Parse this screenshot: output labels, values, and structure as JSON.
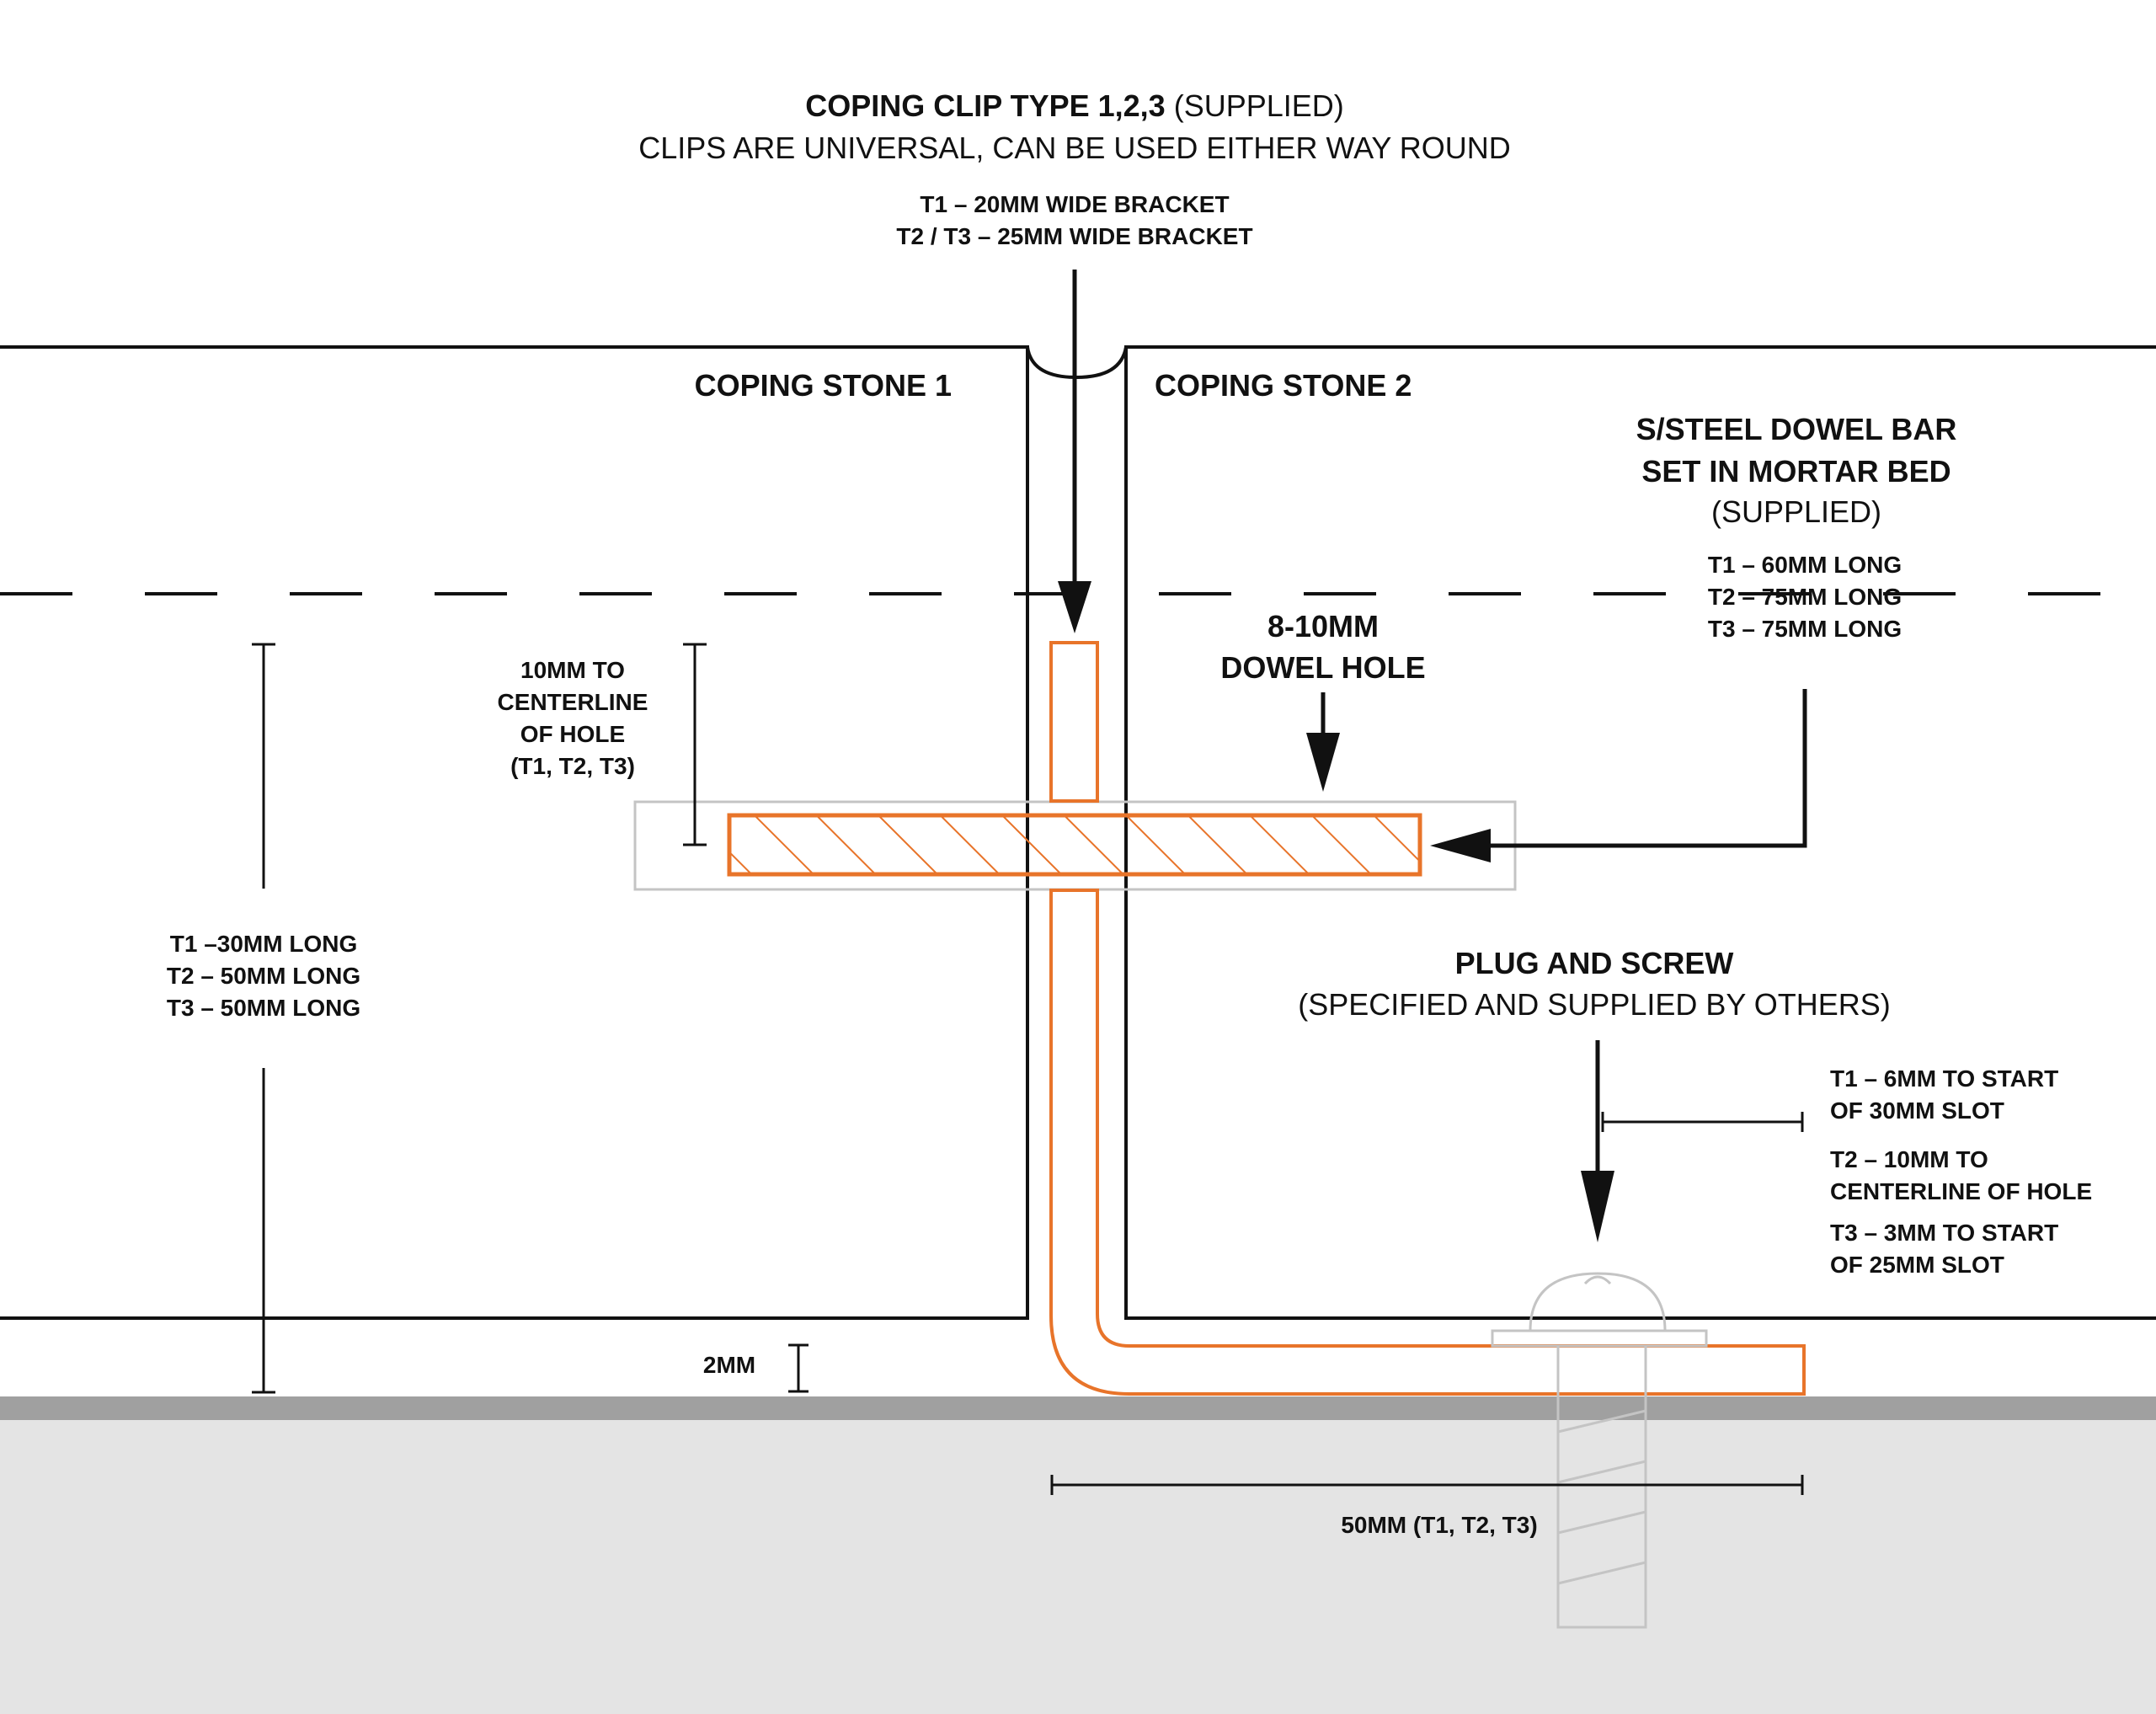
{
  "clip_callout": {
    "title_bold": "COPING CLIP TYPE 1,2,3",
    "title_suffix": " (SUPPLIED)",
    "subtitle": "CLIPS ARE UNIVERSAL, CAN BE USED EITHER WAY ROUND",
    "t1": "T1 – 20MM WIDE BRACKET",
    "t23": "T2 / T3 – 25MM WIDE BRACKET"
  },
  "stone1_label": "COPING STONE 1",
  "stone2_label": "COPING STONE 2",
  "dowel_callout": {
    "line1": "S/STEEL DOWEL BAR",
    "line2": "SET IN MORTAR BED",
    "line3": "(SUPPLIED)",
    "t1": "T1 – 60MM LONG",
    "t2": "T2 – 75MM LONG",
    "t3": "T3 – 75MM LONG"
  },
  "dowel_hole": {
    "line1": "8-10MM",
    "line2": "DOWEL HOLE"
  },
  "hole_centerline": {
    "line1": "10MM TO",
    "line2": "CENTERLINE",
    "line3": "OF HOLE",
    "line4": "(T1, T2, T3)"
  },
  "clip_length": {
    "t1": "T1 –30MM LONG",
    "t2": "T2 – 50MM LONG",
    "t3": "T3 – 50MM LONG"
  },
  "plug_callout": {
    "title": "PLUG AND SCREW",
    "subtitle": "(SPECIFIED AND SUPPLIED BY OTHERS)"
  },
  "slot_notes": {
    "t1_line1": "T1 – 6MM TO START",
    "t1_line2": "OF 30MM SLOT",
    "t2_line1": "T2 – 10MM TO",
    "t2_line2": "CENTERLINE OF HOLE",
    "t3_line1": "T3 – 3MM TO START",
    "t3_line2": "OF 25MM SLOT"
  },
  "gap_label": "2MM",
  "base_length_label": "50MM (T1, T2, T3)",
  "colors": {
    "clip_orange": "#e8742a",
    "line": "#111111",
    "substrate": "#e4e4e4",
    "mortar_band": "#a0a0a0",
    "ghost": "#c4c4c4"
  }
}
